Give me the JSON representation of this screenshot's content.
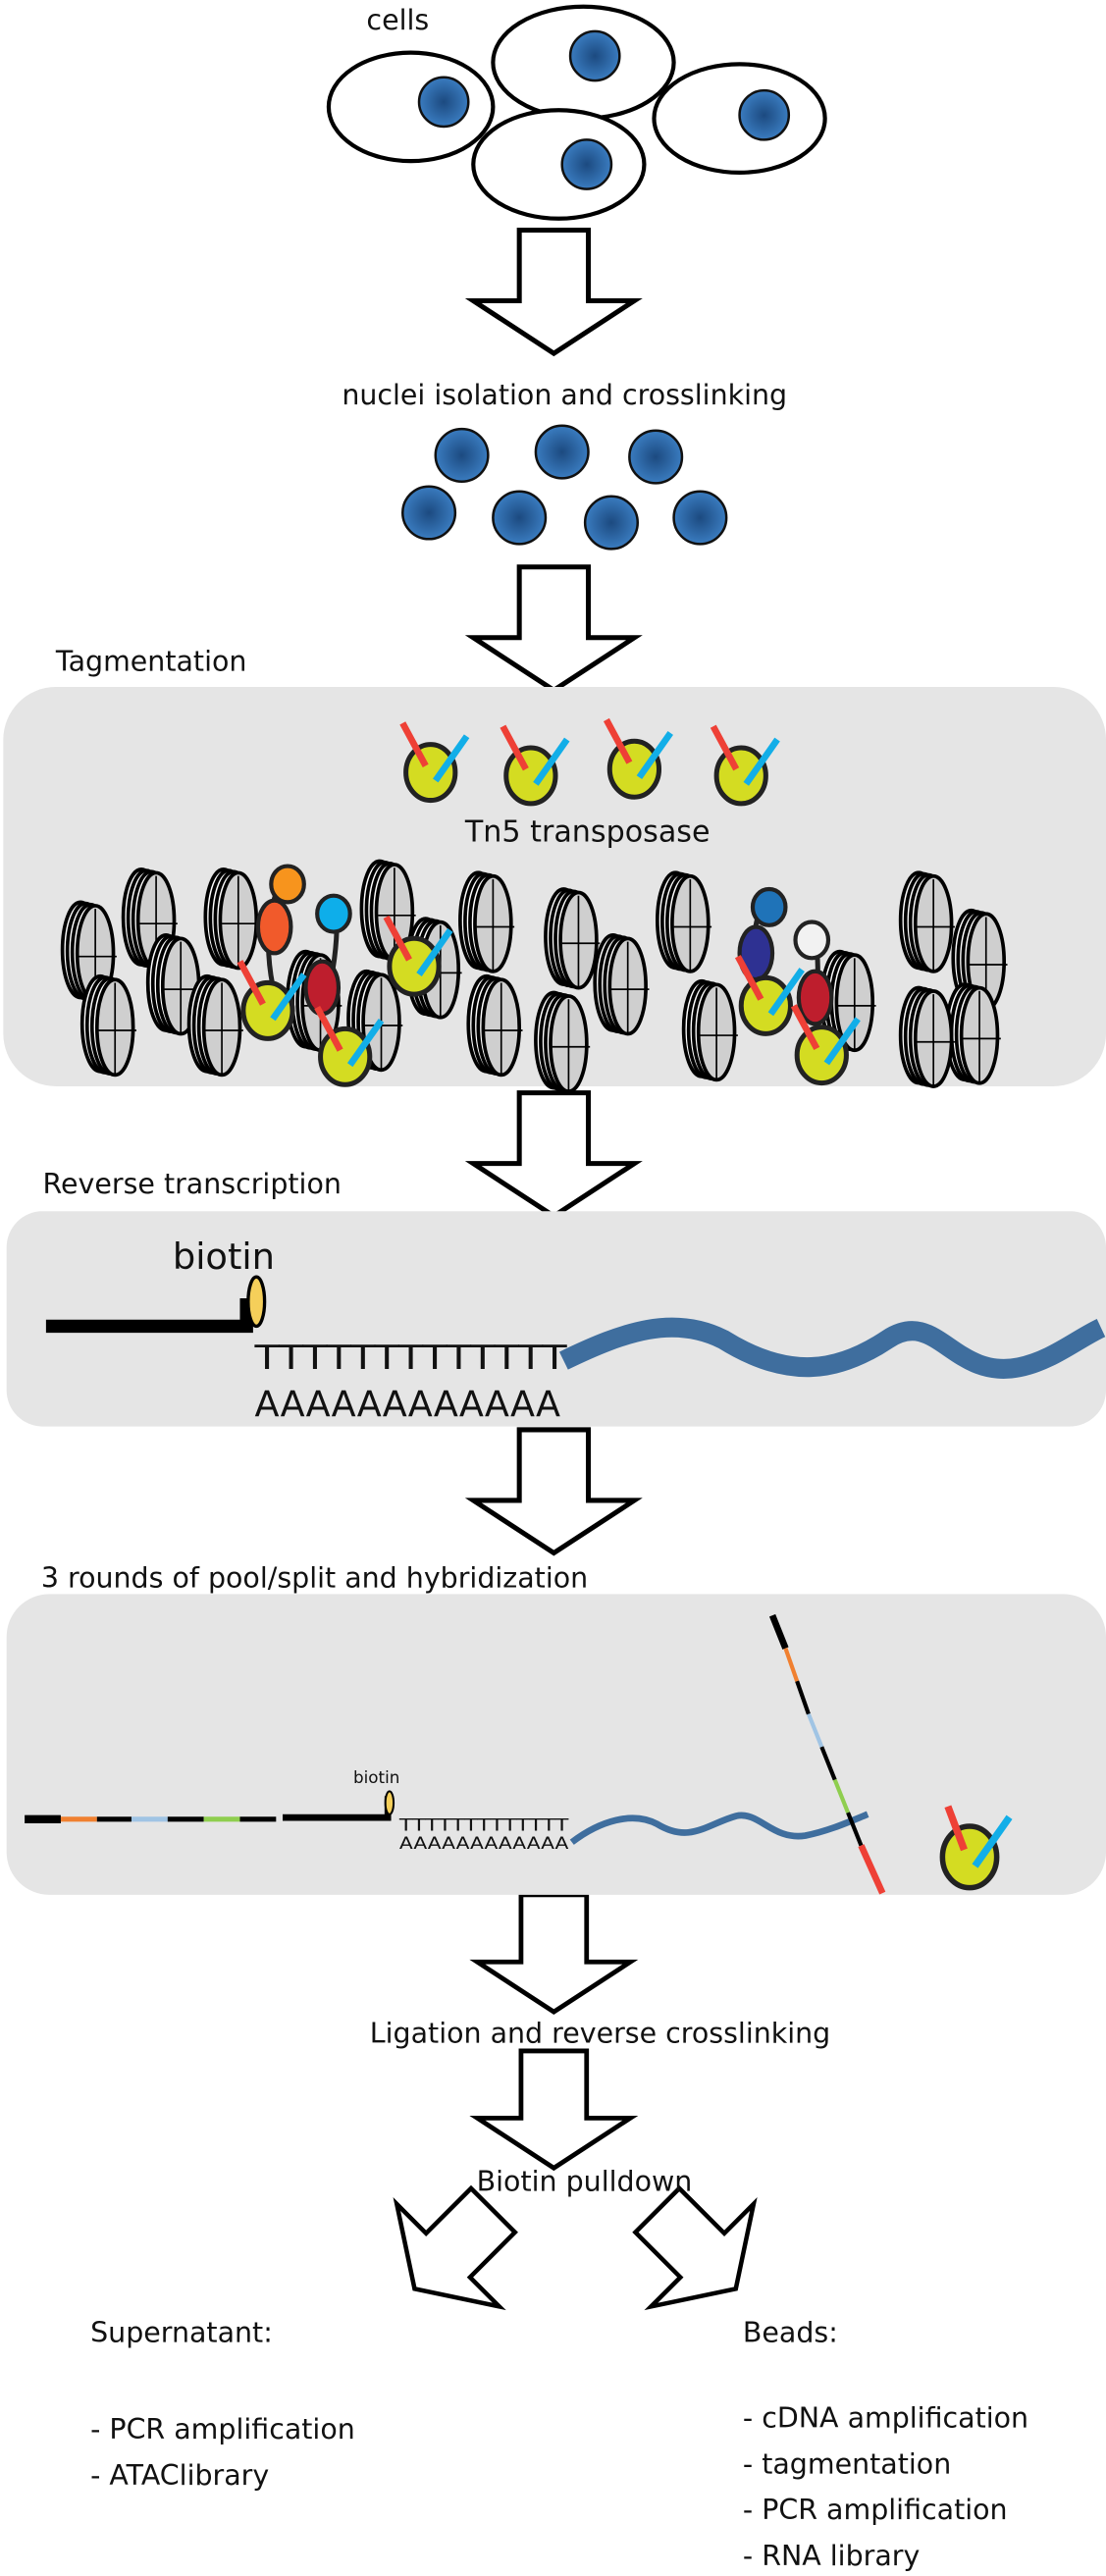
{
  "steps": {
    "cells": "cells",
    "nuclei": "nuclei isolation and crosslinking",
    "tagmentation": "Tagmentation",
    "tn5": "Tn5 transposase",
    "reverse_transcription": "Reverse transcription",
    "biotin": "biotin",
    "polyT": "TTTTTTTTTTTTT",
    "polyA": "AAAAAAAAAAAA",
    "hybridization": "3 rounds of pool/split and hybridization",
    "ligation": "Ligation and reverse crosslinking",
    "pulldown": "Biotin pulldown"
  },
  "supernatant": {
    "title": "Supernatant:",
    "items": [
      "- PCR amplification",
      "- ATAClibrary"
    ]
  },
  "beads": {
    "title": "Beads:",
    "items": [
      "- cDNA amplification",
      "- tagmentation",
      "- PCR amplification",
      "- RNA library"
    ]
  },
  "colors": {
    "nucleus": "#2f6fae",
    "panel": "#e5e5e5",
    "tn5": "#d4dc22",
    "adapter_red": "#ee4036",
    "adapter_blue": "#12aee8",
    "rna": "#3f6e9e",
    "barcode_orange": "#f08030",
    "barcode_lightblue": "#a0c4e4",
    "barcode_green": "#8fce4f",
    "biotin": "#f5cf5a"
  }
}
